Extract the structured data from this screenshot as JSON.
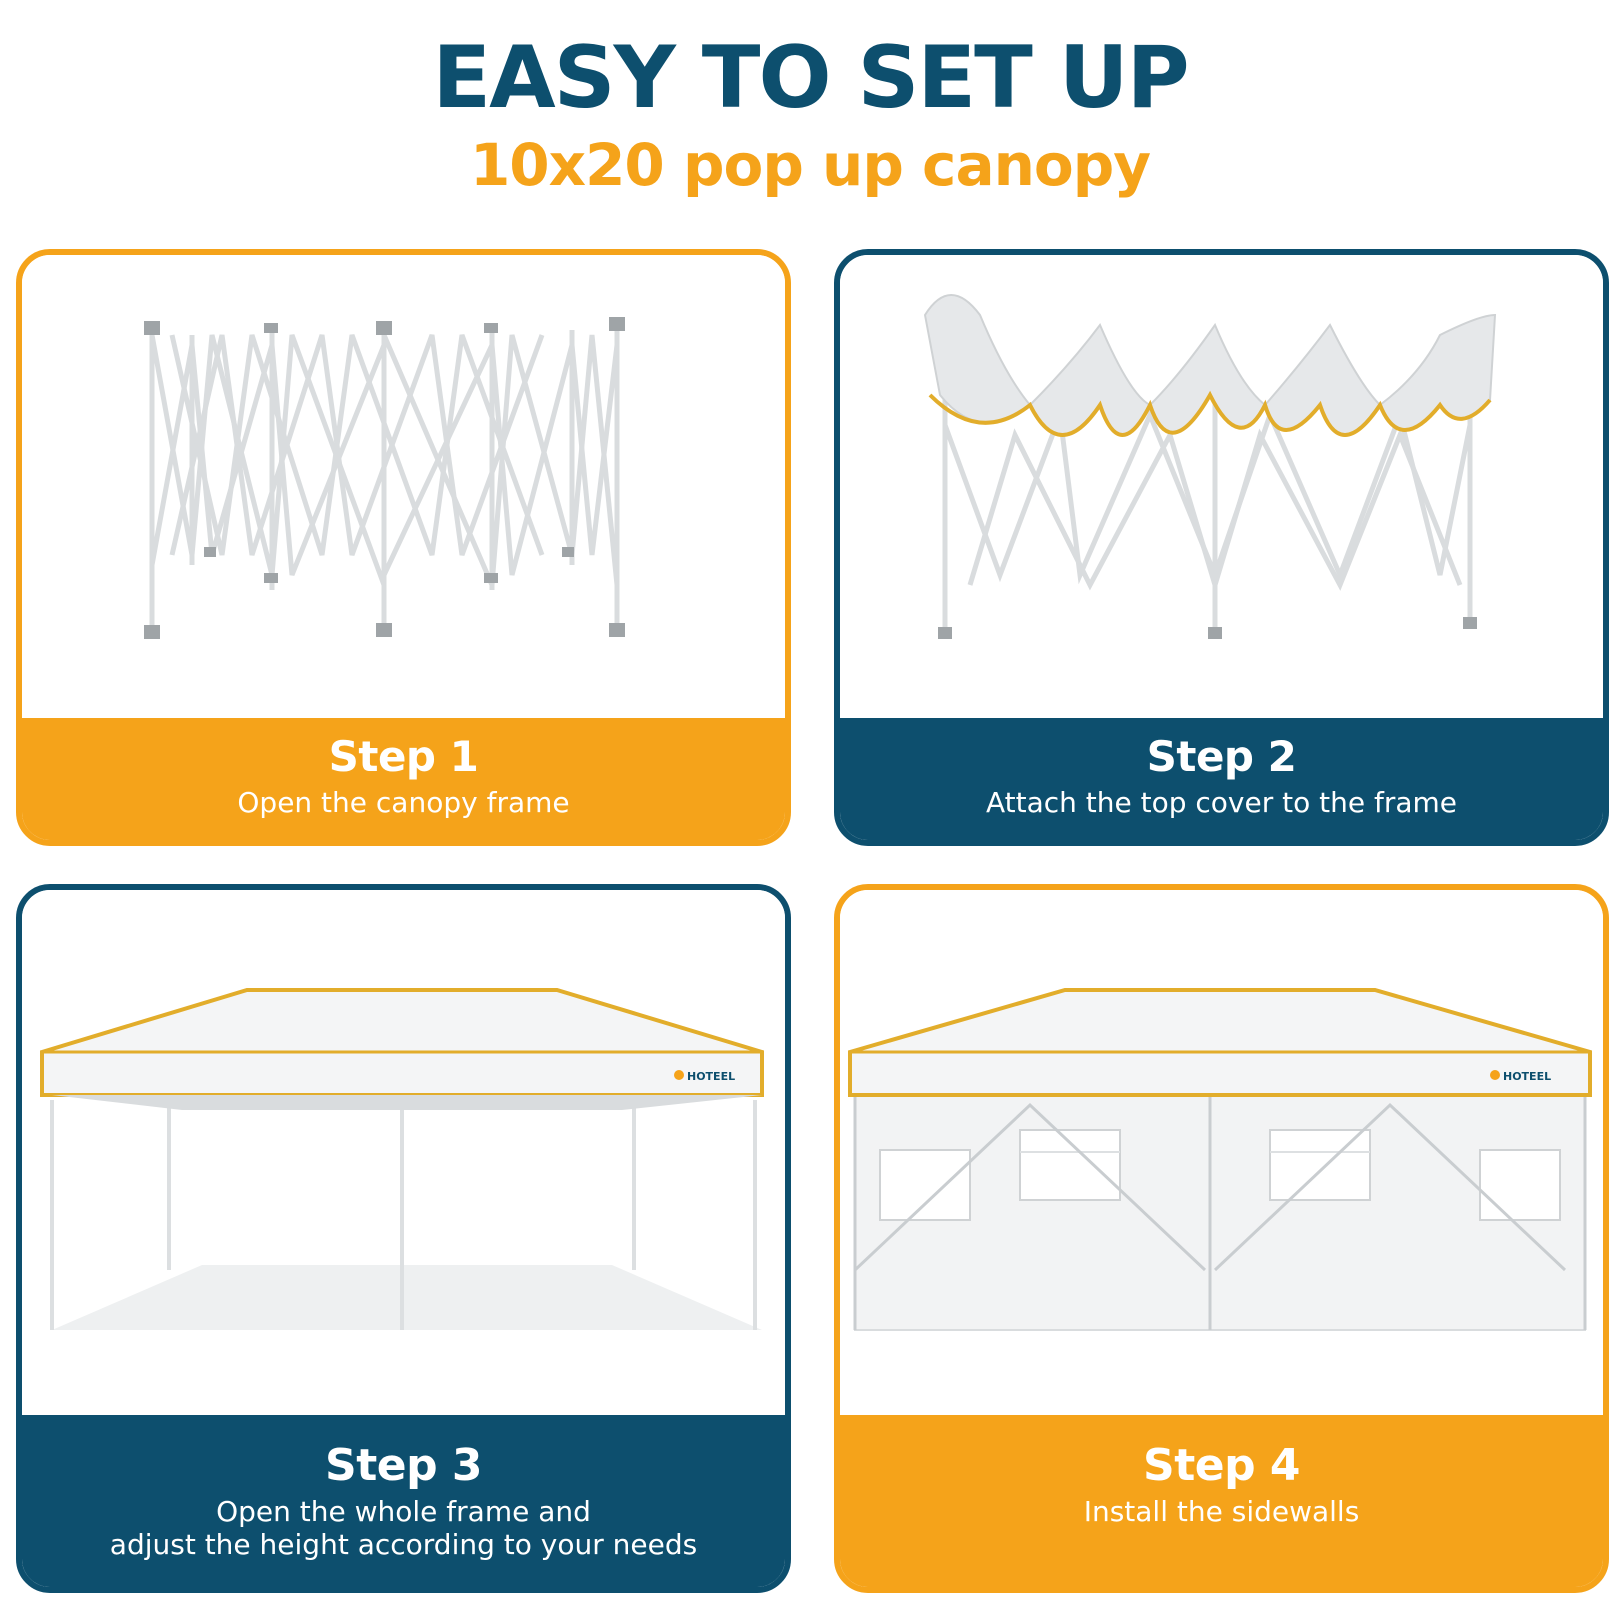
{
  "header": {
    "title": "EASY TO SET UP",
    "subtitle": "10x20 pop up canopy"
  },
  "colors": {
    "teal": "#0d4f6e",
    "orange": "#f5a31a"
  },
  "steps": [
    {
      "title": "Step 1",
      "description": "Open the canopy frame",
      "image": "folded-canopy-frame"
    },
    {
      "title": "Step 2",
      "description": "Attach the top cover to the frame",
      "image": "frame-with-top-cover"
    },
    {
      "title": "Step 3",
      "description": "Open the whole frame and\nadjust the height according to your needs",
      "image": "open-canopy-tent"
    },
    {
      "title": "Step 4",
      "description": "Install the sidewalls",
      "image": "canopy-with-sidewalls"
    }
  ],
  "brand_logo": "HOTEEL"
}
